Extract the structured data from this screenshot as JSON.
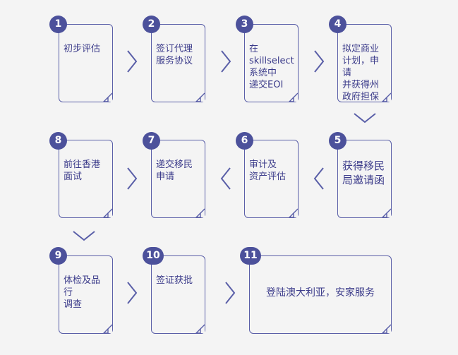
{
  "colors": {
    "accent": "#4c519b",
    "border": "#5a5fa8",
    "text": "#3b3b8a",
    "background": "#f4f4f4"
  },
  "steps": [
    {
      "num": "1",
      "label": "初步评估"
    },
    {
      "num": "2",
      "label": "签订代理\n服务协议"
    },
    {
      "num": "3",
      "label": "在skillselect\n系统中\n递交EOI"
    },
    {
      "num": "4",
      "label": "拟定商业\n计划，申请\n并获得州\n政府担保"
    },
    {
      "num": "5",
      "label": "获得移民\n局邀请函"
    },
    {
      "num": "6",
      "label": "审计及\n资产评估"
    },
    {
      "num": "7",
      "label": "递交移民\n申请"
    },
    {
      "num": "8",
      "label": "前往香港\n面试"
    },
    {
      "num": "9",
      "label": "体检及品行\n调查"
    },
    {
      "num": "10",
      "label": "签证获批"
    },
    {
      "num": "11",
      "label": "登陆澳大利亚，安家服务"
    }
  ],
  "arrow_icon": "chevron-icon"
}
